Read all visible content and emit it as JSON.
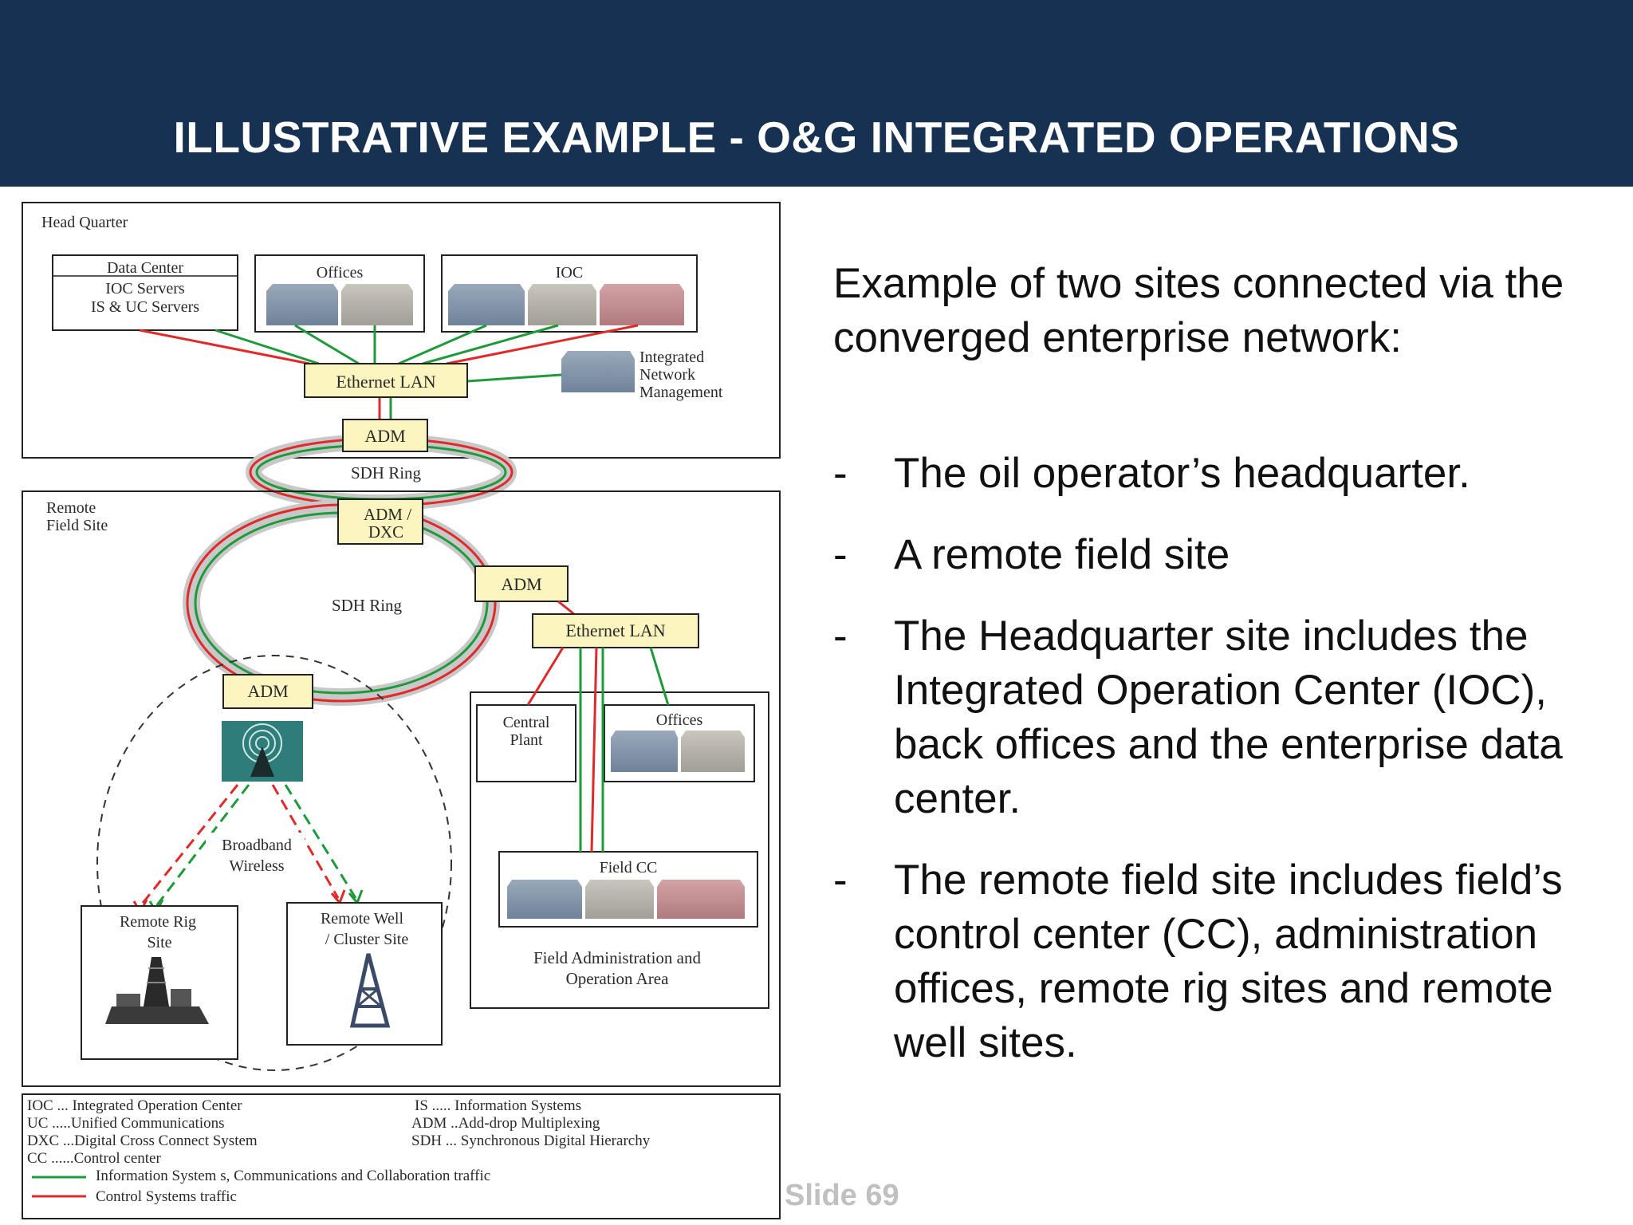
{
  "slide": {
    "title": "ILLUSTRATIVE EXAMPLE - O&G INTEGRATED OPERATIONS",
    "slide_number": "Slide 69"
  },
  "content": {
    "intro": "Example of two sites connected via the converged enterprise network:",
    "bullets": [
      "The oil operator’s headquarter.",
      "A remote field site",
      "The Headquarter site includes the Integrated Operation Center (IOC), back offices and the enterprise data center.",
      "The remote field site includes field’s control center (CC), administration offices, remote rig sites and remote well sites."
    ]
  },
  "diagram": {
    "hq_label": "Head Quarter",
    "data_center_lines": [
      "Data Center",
      "IOC Servers",
      "IS & UC Servers"
    ],
    "offices_label": "Offices",
    "ioc_label": "IOC",
    "inm_lines": [
      "Integrated",
      "Network",
      "Management"
    ],
    "ethernet_lan_label": "Ethernet LAN",
    "adm_label": "ADM",
    "sdh_ring_label": "SDH Ring",
    "remote_site_lines": [
      "Remote",
      "Field Site"
    ],
    "adm_dxc_lines": [
      "ADM /",
      "DXC"
    ],
    "central_plant_lines": [
      "Central",
      "Plant"
    ],
    "field_cc_label": "Field CC",
    "field_admin_lines": [
      "Field Administration and",
      "Operation Area"
    ],
    "broadband_lines": [
      "Broadband",
      "Wireless"
    ],
    "remote_rig_lines": [
      "Remote Rig",
      "Site"
    ],
    "remote_well_lines": [
      "Remote Well",
      "/ Cluster Site"
    ],
    "legend": {
      "left": [
        "IOC ... Integrated Operation Center",
        "UC .....Unified Communications",
        "DXC ...Digital Cross Connect System",
        "CC ......Control center"
      ],
      "right": [
        "IS ..... Information Systems",
        "ADM ..Add-drop Multiplexing",
        "SDH ... Synchronous Digital Hierarchy"
      ],
      "green_line": "Information System s, Communications and Collaboration traffic",
      "red_line": "Control Systems traffic"
    },
    "colors": {
      "green": "#1f9a3a",
      "red": "#e02a2a",
      "adm_fill": "#fdf5c0",
      "ring_halo": "#c8c8c8",
      "header": "#173152"
    }
  }
}
